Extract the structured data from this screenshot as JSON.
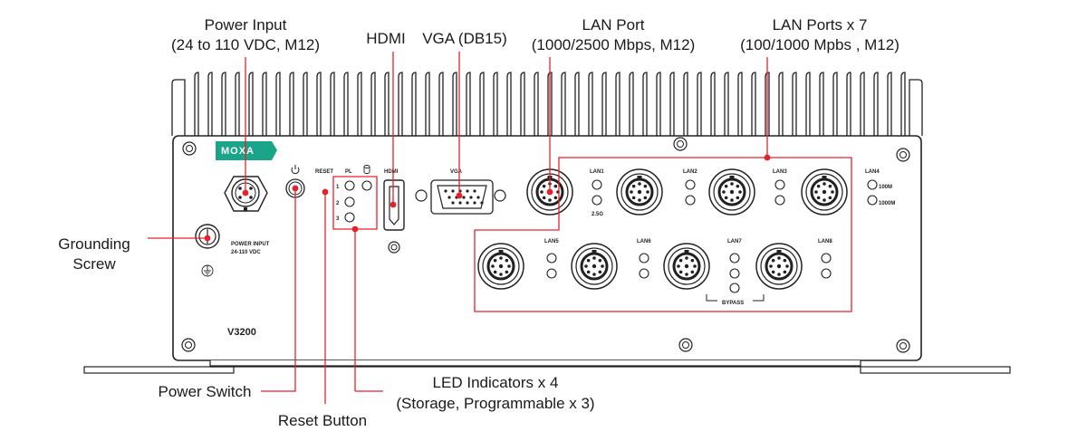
{
  "device": {
    "model": "V3200",
    "logo": "MOXA",
    "colors": {
      "accent": "#e8202a",
      "logo": "#1aa58a",
      "outline": "#222222"
    }
  },
  "callouts": {
    "power_input": {
      "line1": "Power Input",
      "line2": "(24 to 110 VDC, M12)"
    },
    "hdmi": {
      "line1": "HDMI"
    },
    "vga": {
      "line1": "VGA (DB15)"
    },
    "lan_port": {
      "line1": "LAN Port",
      "line2": "(1000/2500 Mbps, M12)"
    },
    "lan_ports": {
      "line1": "LAN Ports x 7",
      "line2": "(100/1000 Mpbs , M12)"
    },
    "grounding": {
      "line1": "Grounding",
      "line2": "Screw"
    },
    "power_switch": {
      "line1": "Power Switch"
    },
    "reset_button": {
      "line1": "Reset Button"
    },
    "led_indicators": {
      "line1": "LED Indicators x 4",
      "line2": "(Storage, Programmable x 3)"
    }
  },
  "panel_labels": {
    "power_input_1": "POWER INPUT",
    "power_input_2": "24-110 VDC",
    "reset": "RESET",
    "pl": "PL",
    "hdmi": "HDMI",
    "vga": "VGA",
    "led_1": "1",
    "led_2": "2",
    "led_3": "3",
    "lan1": "LAN1",
    "lan1_speed": "2.5G",
    "lan2": "LAN2",
    "lan3": "LAN3",
    "lan4": "LAN4",
    "lan4_speed_1": "100M",
    "lan4_speed_2": "1000M",
    "lan5": "LAN5",
    "lan6": "LAN6",
    "lan7": "LAN7",
    "lan8": "LAN8",
    "bypass": "BYPASS"
  },
  "icons": {
    "power_symbol": "power-icon",
    "storage_symbol": "storage-icon",
    "ground_symbol": "ground-icon"
  }
}
